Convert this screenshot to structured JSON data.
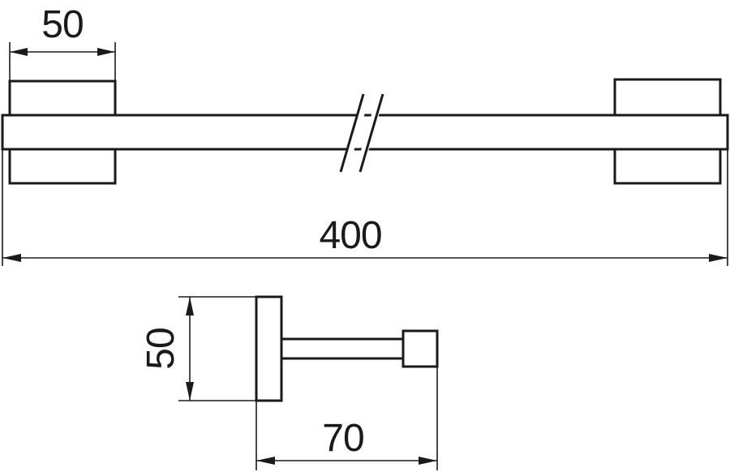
{
  "drawing": {
    "dimensions": {
      "mount_width_top": "50",
      "overall_length": "400",
      "side_height": "50",
      "projection": "70"
    },
    "colors": {
      "line": "#1a1a1a",
      "background": "#ffffff"
    }
  }
}
